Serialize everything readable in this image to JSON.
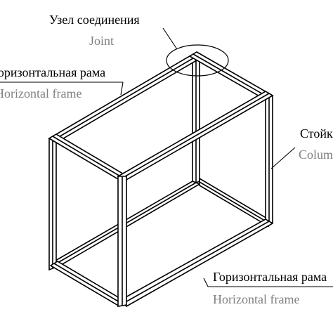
{
  "labels": {
    "joint": {
      "ru": "Узел соединения",
      "en": "Joint"
    },
    "top_frame": {
      "ru": "Горизонтальная рама",
      "en": "Horizontal frame"
    },
    "column": {
      "ru": "Стойка",
      "en": "Column"
    },
    "bottom_frame": {
      "ru": "Горизонтальная рама",
      "en": "Horizontal frame"
    }
  },
  "colors": {
    "line": "#000000",
    "ru_text": "#000000",
    "en_text": "#808080",
    "background": "#ffffff"
  }
}
